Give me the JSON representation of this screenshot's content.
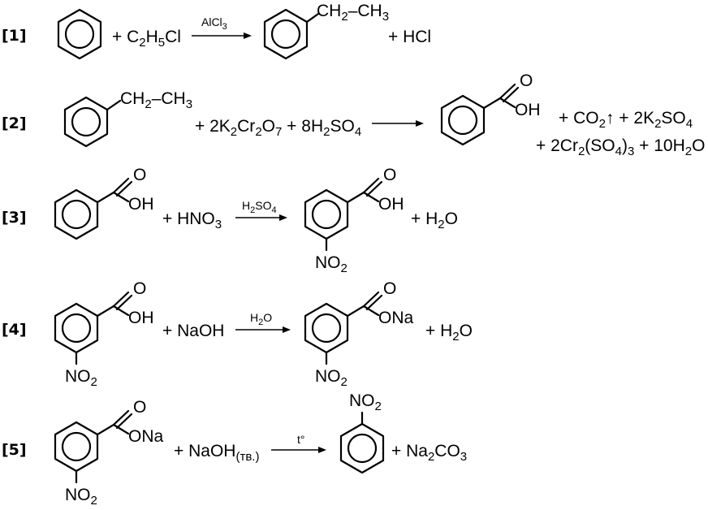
{
  "reactions": [
    {
      "label": "[1]",
      "reactant_1": "C₆H₆",
      "plus_reagent": "+ C",
      "reagent_sub_1": "2",
      "reagent_mid": "H",
      "reagent_sub_2": "5",
      "reagent_end": "Cl",
      "condition": "AlCl",
      "condition_sub": "3",
      "product_chain": "CH",
      "product_chain_sub": "2",
      "product_chain_end": "–CH",
      "product_chain_end_sub": "3",
      "byproduct": "+ HCl"
    },
    {
      "label": "[2]",
      "reactant_chain": "CH",
      "reactant_chain_sub": "2",
      "reactant_chain_end": "–CH",
      "reactant_chain_end_sub": "3",
      "reagents": [
        {
          "t": "+ 2K"
        },
        {
          "t": "2",
          "sub": true
        },
        {
          "t": "Cr"
        },
        {
          "t": "2",
          "sub": true
        },
        {
          "t": "O"
        },
        {
          "t": "7",
          "sub": true
        },
        {
          "t": " + 8H"
        },
        {
          "t": "2",
          "sub": true
        },
        {
          "t": "SO"
        },
        {
          "t": "4",
          "sub": true
        }
      ],
      "product_o": "O",
      "product_oh": "OH",
      "byproducts_line_1": [
        {
          "t": "+ CO"
        },
        {
          "t": "2",
          "sub": true
        },
        {
          "t": "↑ + 2K"
        },
        {
          "t": "2",
          "sub": true
        },
        {
          "t": "SO"
        },
        {
          "t": "4",
          "sub": true
        }
      ],
      "byproducts_line_2": [
        {
          "t": "+ 2Cr"
        },
        {
          "t": "2",
          "sub": true
        },
        {
          "t": "(SO"
        },
        {
          "t": "4",
          "sub": true
        },
        {
          "t": ")"
        },
        {
          "t": "3",
          "sub": true
        },
        {
          "t": " + 10H"
        },
        {
          "t": "2",
          "sub": true
        },
        {
          "t": "O"
        }
      ]
    },
    {
      "label": "[3]",
      "reactant_o": "O",
      "reactant_oh": "OH",
      "reagent": [
        {
          "t": "+ HNO"
        },
        {
          "t": "3",
          "sub": true
        }
      ],
      "condition": [
        {
          "t": "H"
        },
        {
          "t": "2",
          "sub": true
        },
        {
          "t": "SO"
        },
        {
          "t": "4",
          "sub": true
        }
      ],
      "product_o": "O",
      "product_oh": "OH",
      "product_no2": [
        {
          "t": "NO"
        },
        {
          "t": "2",
          "sub": true
        }
      ],
      "byproduct": [
        {
          "t": "+ H"
        },
        {
          "t": "2",
          "sub": true
        },
        {
          "t": "O"
        }
      ]
    },
    {
      "label": "[4]",
      "reactant_o": "O",
      "reactant_oh": "OH",
      "reactant_no2": [
        {
          "t": "NO"
        },
        {
          "t": "2",
          "sub": true
        }
      ],
      "reagent": "+ NaOH",
      "condition": [
        {
          "t": "H"
        },
        {
          "t": "2",
          "sub": true
        },
        {
          "t": "O"
        }
      ],
      "product_o": "O",
      "product_ona": "ONa",
      "product_no2": [
        {
          "t": "NO"
        },
        {
          "t": "2",
          "sub": true
        }
      ],
      "byproduct": [
        {
          "t": "+ H"
        },
        {
          "t": "2",
          "sub": true
        },
        {
          "t": "O"
        }
      ]
    },
    {
      "label": "[5]",
      "reactant_o": "O",
      "reactant_ona": "ONa",
      "reactant_no2": [
        {
          "t": "NO"
        },
        {
          "t": "2",
          "sub": true
        }
      ],
      "reagent": [
        {
          "t": "+ NaOH"
        },
        {
          "t": "(тв.)",
          "sub": true
        }
      ],
      "condition": "t°",
      "product_no2": [
        {
          "t": "NO"
        },
        {
          "t": "2",
          "sub": true
        }
      ],
      "byproduct": [
        {
          "t": "+ Na"
        },
        {
          "t": "2",
          "sub": true
        },
        {
          "t": "CO"
        },
        {
          "t": "3",
          "sub": true
        }
      ]
    }
  ]
}
